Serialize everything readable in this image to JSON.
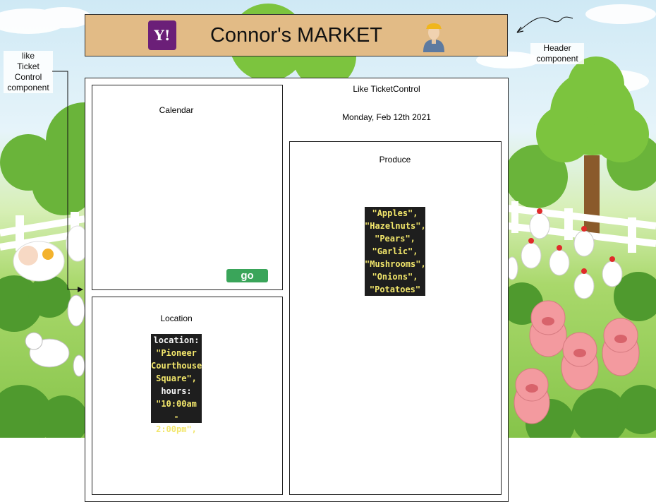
{
  "header": {
    "logo_text": "Y!",
    "title": "Connor's MARKET"
  },
  "annotations": {
    "header_note": [
      "Header",
      "component"
    ],
    "ticket_note": [
      "like",
      "Ticket",
      "Control",
      "component"
    ]
  },
  "main": {
    "title": "Like TicketControl",
    "date": "Monday, Feb 12th 2021"
  },
  "calendar": {
    "label": "Calendar",
    "go_label": "go"
  },
  "location": {
    "label": "Location",
    "lines": [
      {
        "text": "location:",
        "kind": "key"
      },
      {
        "text": "\"Pioneer",
        "kind": "str"
      },
      {
        "text": "Courthouse",
        "kind": "str"
      },
      {
        "text": "Square\",",
        "kind": "str"
      },
      {
        "text": "hours:",
        "kind": "key"
      },
      {
        "text": "\"10:00am -",
        "kind": "str"
      },
      {
        "text": "2:00pm\",",
        "kind": "str"
      }
    ]
  },
  "produce": {
    "label": "Produce",
    "items": [
      "\"Apples\",",
      "\"Hazelnuts\",",
      "\"Pears\",",
      "\"Garlic\",",
      "\"Mushrooms\",",
      "\"Onions\",",
      "\"Potatoes\""
    ]
  }
}
